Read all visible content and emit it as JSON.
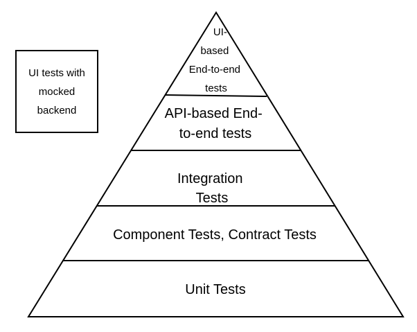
{
  "side_box": {
    "lines": [
      "UI tests with",
      "mocked",
      "backend"
    ]
  },
  "pyramid": {
    "levels": [
      {
        "id": "ui-e2e",
        "lines": [
          "UI-",
          "based",
          "End-to-end",
          "tests"
        ]
      },
      {
        "id": "api-e2e",
        "lines": [
          "API-based End-",
          "to-end tests"
        ]
      },
      {
        "id": "integration",
        "lines": [
          "Integration",
          "Tests"
        ]
      },
      {
        "id": "component-contract",
        "lines": [
          "Component Tests, Contract Tests"
        ]
      },
      {
        "id": "unit",
        "lines": [
          "Unit Tests"
        ]
      }
    ]
  },
  "colors": {
    "stroke": "#000000",
    "fill": "#ffffff",
    "text": "#000000"
  }
}
